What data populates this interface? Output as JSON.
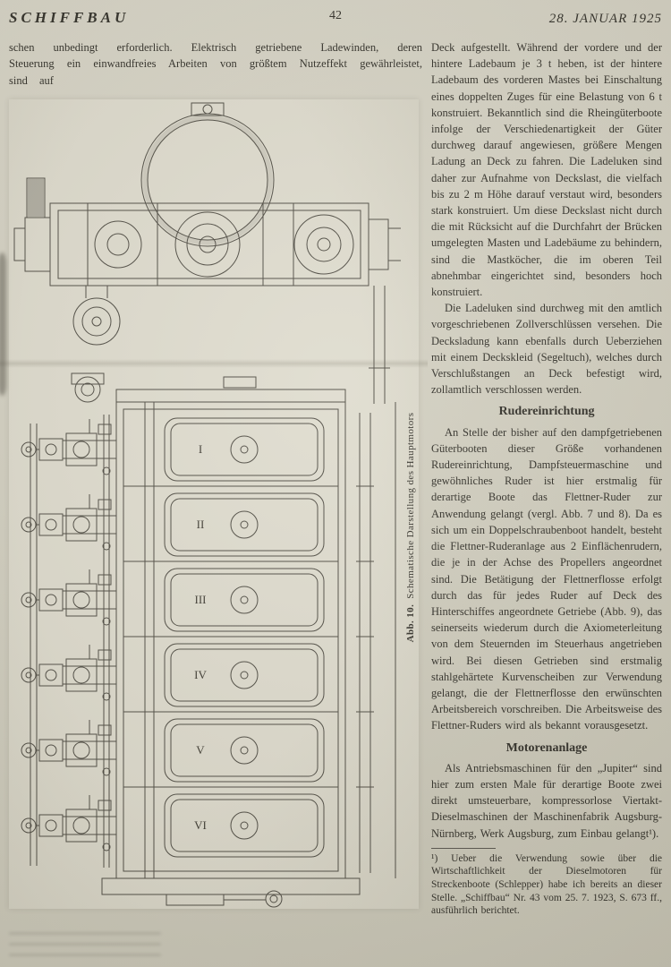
{
  "header": {
    "journal": "SCHIFFBAU",
    "page_number": "42",
    "date": "28. JANUAR 1925"
  },
  "body": {
    "intro_left": "schen unbedingt erforderlich. Elektrisch getriebene Ladewinden, deren Steuerung ein einwandfreies Arbeiten von größtem Nutzeffekt gewährleistet, sind auf",
    "para_deck": "Deck aufgestellt. Während der vordere und der hintere Ladebaum je 3 t heben, ist der hintere Ladebaum des vorderen Mastes bei Einschaltung eines doppelten Zuges für eine Belastung von 6 t konstruiert. Bekanntlich sind die Rheingüterboote infolge der Verschiedenartigkeit der Güter durchweg darauf angewiesen, größere Mengen Ladung an Deck zu fahren. Die Ladeluken sind daher zur Aufnahme von Deckslast, die vielfach bis zu 2 m Höhe darauf verstaut wird, besonders stark konstruiert. Um diese Deckslast nicht durch die mit Rücksicht auf die Durchfahrt der Brücken umgelegten Masten und Ladebäume zu behindern, sind die Mastköcher, die im oberen Teil abnehmbar eingerichtet sind, besonders hoch konstruiert.",
    "para_ladeluken": "Die Ladeluken sind durchweg mit den amtlich vorgeschriebenen Zollverschlüssen versehen. Die Decksladung kann ebenfalls durch Ueberziehen mit einem Deckskleid (Segeltuch), welches durch Verschlußstangen an Deck befestigt wird, zollamtlich verschlossen werden.",
    "heading_ruder": "Rudereinrichtung",
    "para_ruder": "An Stelle der bisher auf den dampfgetriebenen Güterbooten dieser Größe vorhandenen Rudereinrichtung, Dampfsteuermaschine und gewöhnliches Ruder ist hier erstmalig für derartige Boote das Flettner-Ruder zur Anwendung gelangt (vergl. Abb. 7 und 8). Da es sich um ein Doppelschraubenboot handelt, besteht die Flettner-Ruderanlage aus 2 Einflächenrudern, die je in der Achse des Propellers angeordnet sind. Die Betätigung der Flettnerflosse erfolgt durch das für jedes Ruder auf Deck des Hinterschiffes angeordnete Getriebe (Abb. 9), das seinerseits wiederum durch die Axiometerleitung von dem Steuernden im Steuerhaus angetrieben wird. Bei diesen Getrieben sind erstmalig stahlgehärtete Kurvenscheiben zur Verwendung gelangt, die der Flettnerflosse den erwünschten Arbeitsbereich vorschreiben. Die Arbeitsweise des Flettner-Ruders wird als bekannt vorausgesetzt.",
    "heading_motor": "Motorenanlage",
    "para_motor": "Als Antriebsmaschinen für den „Jupiter“ sind hier zum ersten Male für derartige Boote zwei direkt umsteuerbare, kompressorlose Viertakt-Dieselmaschinen der Maschinenfabrik Augsburg-Nürnberg, Werk Augsburg, zum Einbau gelangt¹).",
    "footnote": "¹) Ueber die Verwendung sowie über die Wirtschaftlichkeit der Dieselmotoren für Streckenboote (Schlepper) habe ich bereits an dieser Stelle. „Schiffbau“ Nr. 43 vom 25. 7. 1923, S. 673 ff., ausführlich berichtet."
  },
  "figure": {
    "label": "Abb. 10.",
    "caption": "Schematische Darstellung des Hauptmotors",
    "cylinders": [
      "I",
      "II",
      "III",
      "IV",
      "V",
      "VI"
    ]
  }
}
